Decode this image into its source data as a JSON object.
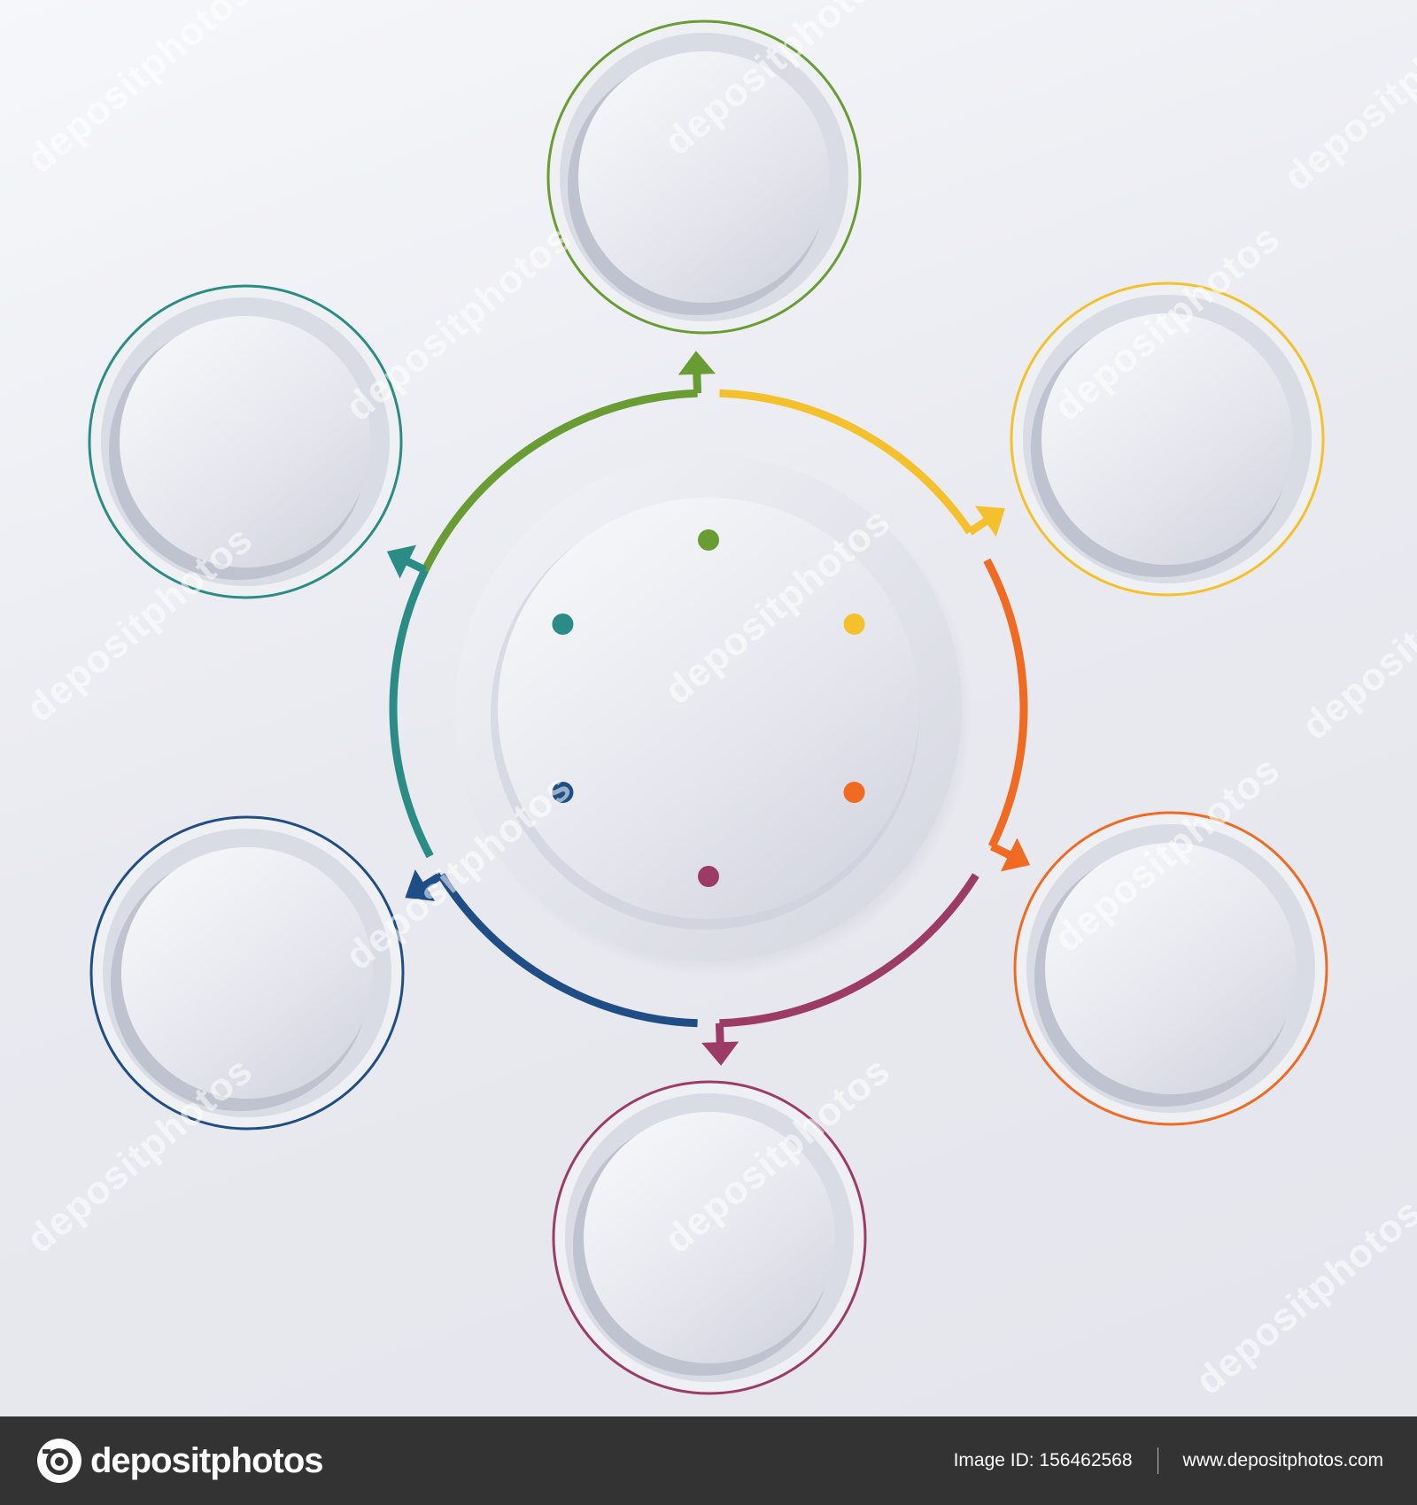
{
  "diagram": {
    "type": "cycle",
    "segments": [
      {
        "id": "top",
        "color": "#6a9c34"
      },
      {
        "id": "upper-right",
        "color": "#f4c12c"
      },
      {
        "id": "lower-right",
        "color": "#f06a22"
      },
      {
        "id": "bottom",
        "color": "#9c3c66"
      },
      {
        "id": "lower-left",
        "color": "#1f4e87"
      },
      {
        "id": "upper-left",
        "color": "#2a8c84"
      }
    ]
  },
  "watermark": {
    "text": "depositphotos"
  },
  "footer": {
    "logo_text": "depositphotos",
    "image_id": "Image ID: 156462568",
    "url": "www.depositphotos.com"
  }
}
